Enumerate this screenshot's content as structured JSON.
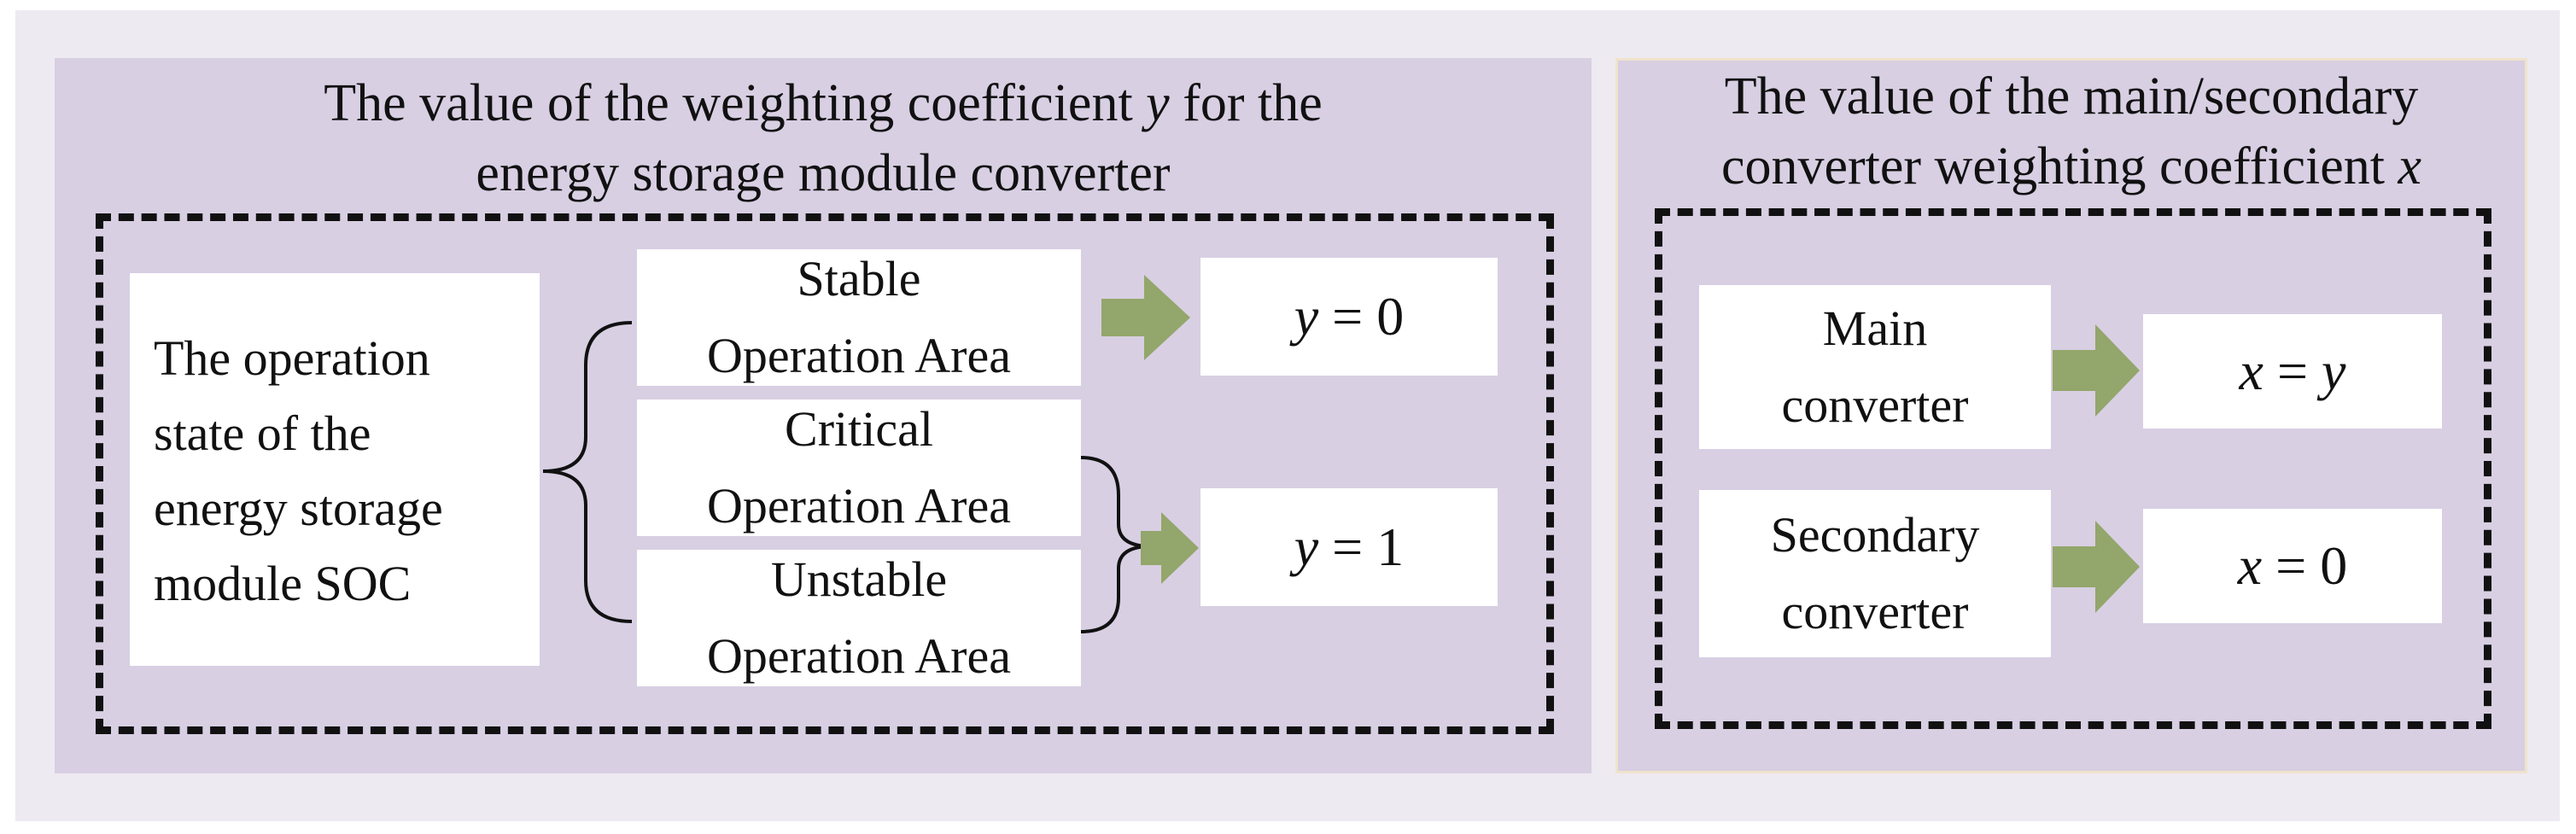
{
  "left": {
    "title_line1_pre": "The value of the weighting coefficient ",
    "title_line1_var": "y",
    "title_line1_post": " for the",
    "title_line2": "energy storage module converter",
    "soc_box": [
      "The operation",
      "state of the",
      "energy storage",
      "module SOC"
    ],
    "areas": [
      {
        "line1": "Stable",
        "line2": "Operation Area"
      },
      {
        "line1": "Critical",
        "line2": "Operation Area"
      },
      {
        "line1": "Unstable",
        "line2": "Operation Area"
      }
    ],
    "results": [
      {
        "var": "y",
        "op": " = ",
        "val": "0"
      },
      {
        "var": "y",
        "op": " = ",
        "val": "1"
      }
    ]
  },
  "right": {
    "title_line1": "The value of the main/secondary",
    "title_line2_pre": "converter weighting coefficient ",
    "title_line2_var": "x",
    "converters": [
      {
        "line1": "Main",
        "line2": "converter"
      },
      {
        "line1": "Secondary",
        "line2": "converter"
      }
    ],
    "results": [
      {
        "var": "x",
        "op": " = ",
        "val_var": "y"
      },
      {
        "var": "x",
        "op": " = ",
        "val": "0"
      }
    ]
  },
  "colors": {
    "frame": "#eeeaf1",
    "panel": "#d8cfe3",
    "arrow": "#93a66b",
    "dash": "#111111"
  }
}
